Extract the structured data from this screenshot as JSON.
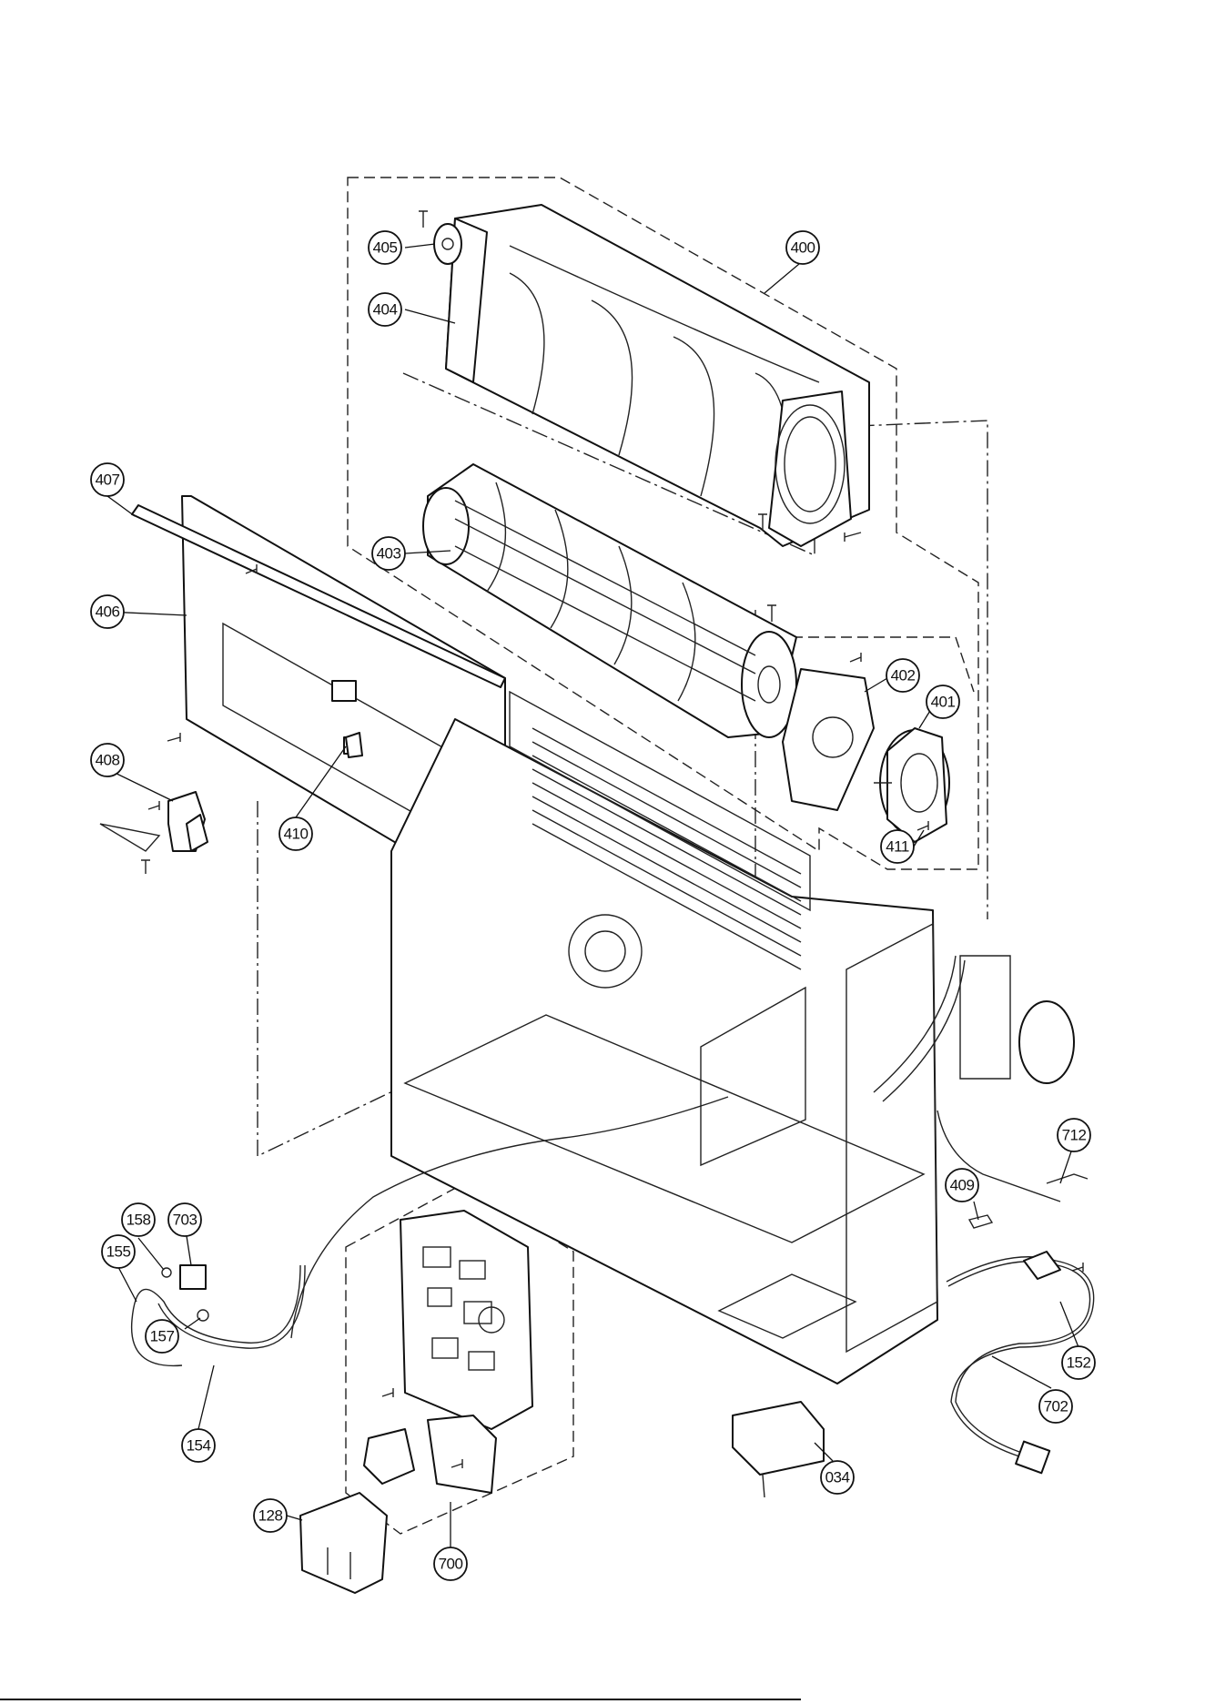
{
  "diagram": {
    "callouts": [
      {
        "id": "400",
        "label": "400"
      },
      {
        "id": "401",
        "label": "401"
      },
      {
        "id": "402",
        "label": "402"
      },
      {
        "id": "403",
        "label": "403"
      },
      {
        "id": "404",
        "label": "404"
      },
      {
        "id": "405",
        "label": "405"
      },
      {
        "id": "406",
        "label": "406"
      },
      {
        "id": "407",
        "label": "407"
      },
      {
        "id": "408",
        "label": "408"
      },
      {
        "id": "409",
        "label": "409"
      },
      {
        "id": "410",
        "label": "410"
      },
      {
        "id": "411",
        "label": "411"
      },
      {
        "id": "712",
        "label": "712"
      },
      {
        "id": "158",
        "label": "158"
      },
      {
        "id": "703",
        "label": "703"
      },
      {
        "id": "155",
        "label": "155"
      },
      {
        "id": "157",
        "label": "157"
      },
      {
        "id": "154",
        "label": "154"
      },
      {
        "id": "152",
        "label": "152"
      },
      {
        "id": "702",
        "label": "702"
      },
      {
        "id": "034",
        "label": "034"
      },
      {
        "id": "128",
        "label": "128"
      },
      {
        "id": "700",
        "label": "700"
      }
    ]
  }
}
